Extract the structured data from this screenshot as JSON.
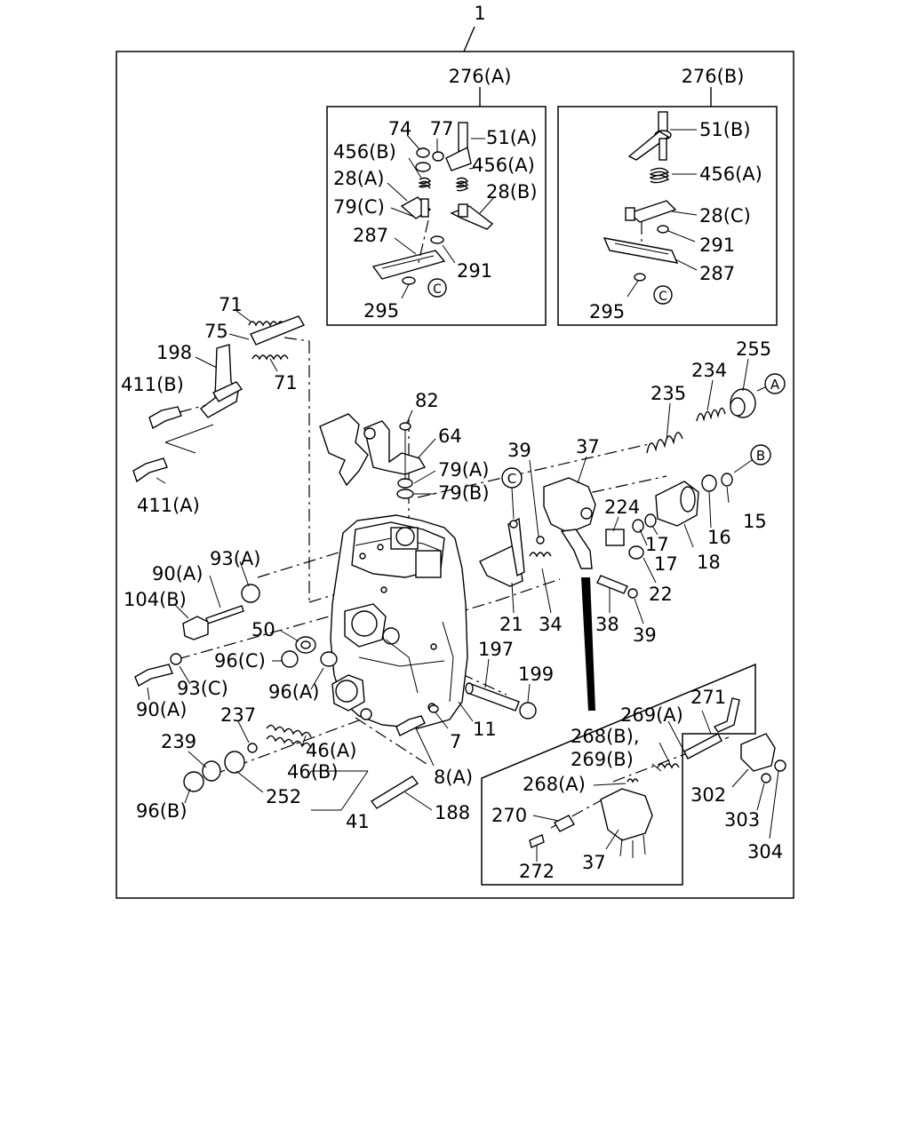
{
  "diagram": {
    "main_label": "1",
    "inset_a_title": "276(A)",
    "inset_b_title": "276(B)",
    "callouts": {
      "a_74": "74",
      "a_77": "77",
      "a_51a": "51(A)",
      "a_456b": "456(B)",
      "a_456a": "456(A)",
      "a_28a": "28(A)",
      "a_28b": "28(B)",
      "a_79c": "79(C)",
      "a_287": "287",
      "a_291": "291",
      "a_295": "295",
      "b_51b": "51(B)",
      "b_456a": "456(A)",
      "b_28c": "28(C)",
      "b_291": "291",
      "b_287": "287",
      "b_295": "295",
      "p71a": "71",
      "p75": "75",
      "p198": "198",
      "p71b": "71",
      "p411b": "411(B)",
      "p411a": "411(A)",
      "p82": "82",
      "p64": "64",
      "p79a": "79(A)",
      "p79b": "79(B)",
      "p39a": "39",
      "p37": "37",
      "p235": "235",
      "p234": "234",
      "p255": "255",
      "p224": "224",
      "p17a": "17",
      "p17b": "17",
      "p16": "16",
      "p15": "15",
      "p18": "18",
      "p22": "22",
      "p21": "21",
      "p34": "34",
      "p38": "38",
      "p39b": "39",
      "p90a_top": "90(A)",
      "p93a": "93(A)",
      "p104b": "104(B)",
      "p50": "50",
      "p96c": "96(C)",
      "p96a": "96(A)",
      "p93c": "93(C)",
      "p90a_bot": "90(A)",
      "p197": "197",
      "p199": "199",
      "p7": "7",
      "p11": "11",
      "p8a": "8(A)",
      "p237": "237",
      "p239": "239",
      "p46a": "46(A)",
      "p46b": "46(B)",
      "p252": "252",
      "p96b": "96(B)",
      "p41": "41",
      "p188": "188",
      "p271": "271",
      "p269a": "269(A)",
      "p268b": "268(B),",
      "p269b": "269(B)",
      "p268a": "268(A)",
      "p270": "270",
      "p272": "272",
      "p37b": "37",
      "p302": "302",
      "p303": "303",
      "p304": "304"
    },
    "reference_marks": {
      "c": "C",
      "a": "A",
      "b": "B"
    }
  }
}
